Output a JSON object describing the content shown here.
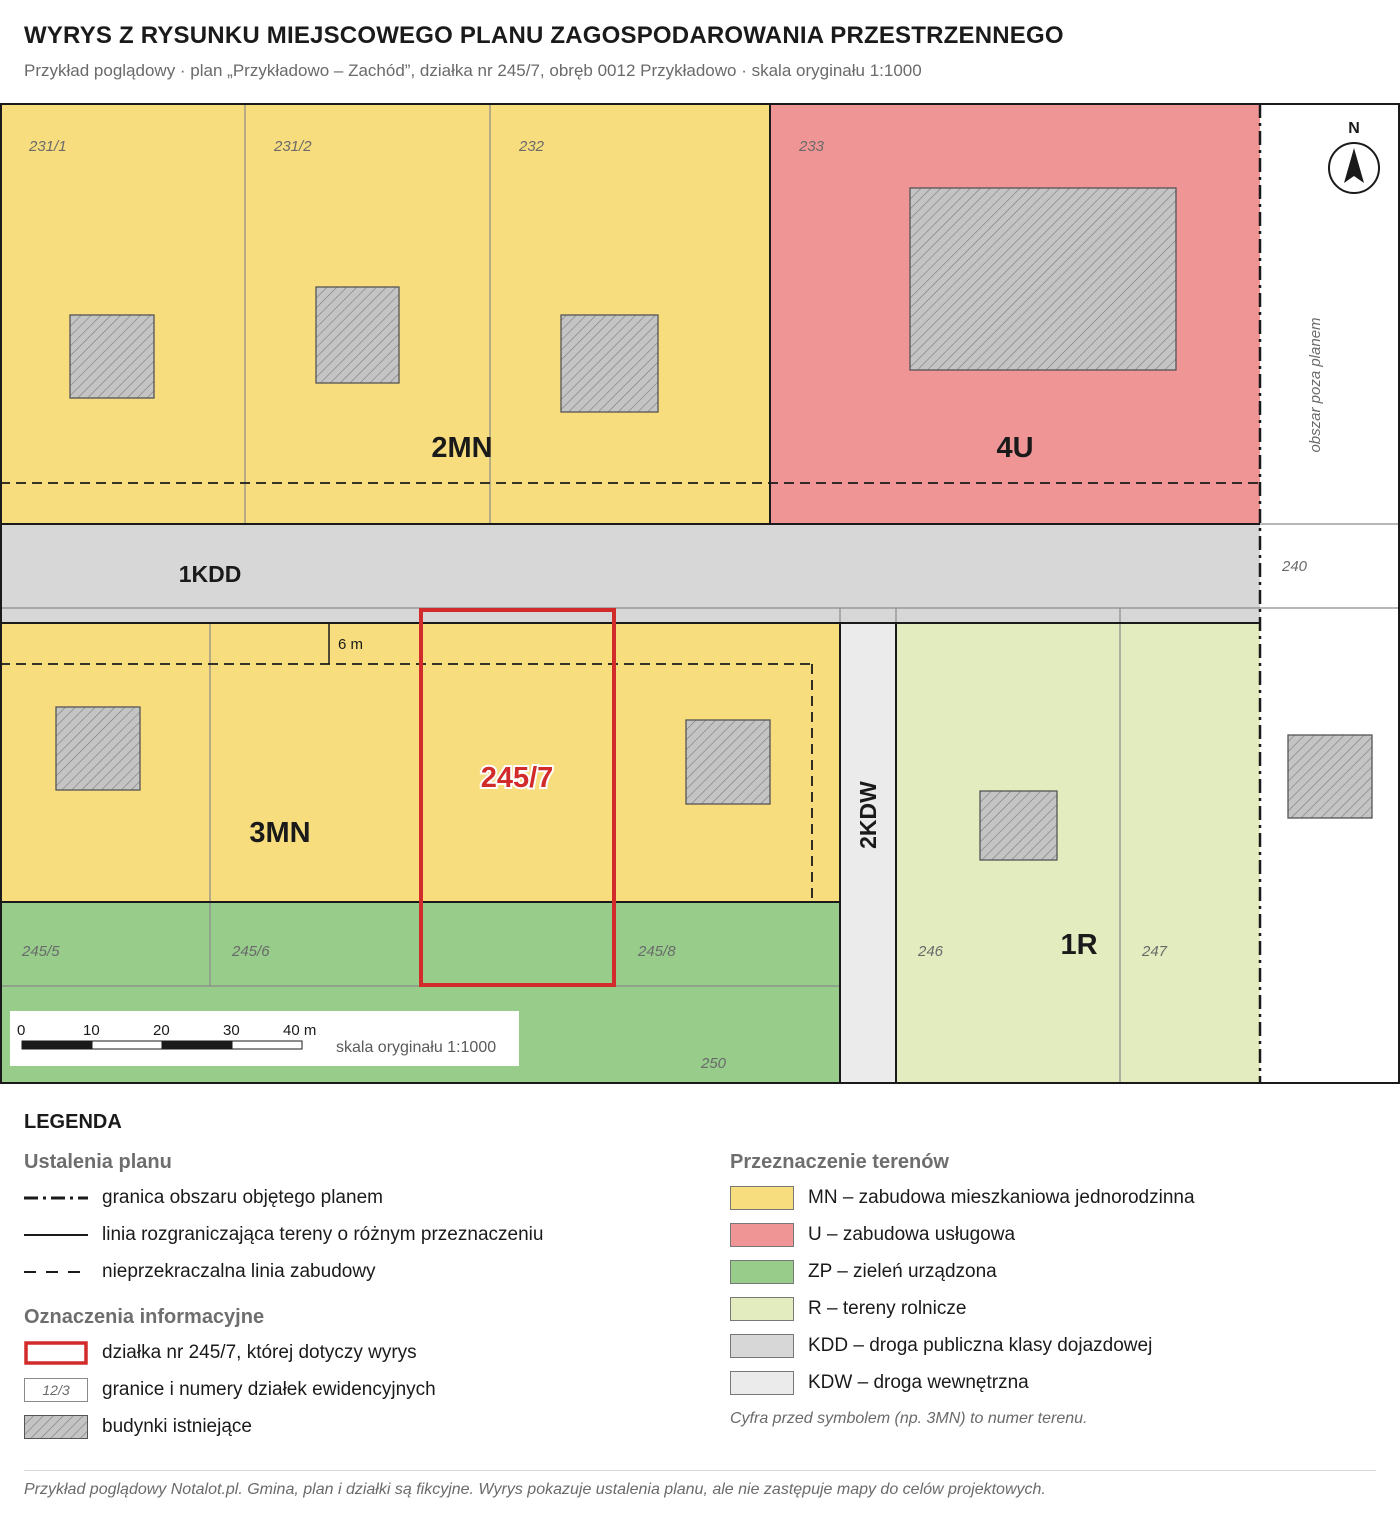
{
  "header": {
    "title": "WYRYS Z RYSUNKU MIEJSCOWEGO PLANU ZAGOSPODAROWANIA PRZESTRZENNEGO",
    "subtitle": "Przykład poglądowy · plan „Przykładowo – Zachód”, działka nr 245/7, obręb 0012 Przykładowo · skala oryginału 1:1000"
  },
  "colors": {
    "MN": "#f7dd7e",
    "U": "#f09596",
    "ZP": "#97cc8b",
    "R": "#e3ecbf",
    "KDD": "#d7d7d7",
    "KDW": "#ebebeb",
    "highlight": "#d12b2b",
    "building": "#c4c4c4"
  },
  "map": {
    "zones": {
      "z2MN": "2MN",
      "z4U": "4U",
      "z1KDD": "1KDD",
      "z3MN": "3MN",
      "z2KDW": "2KDW",
      "z1R": "1R"
    },
    "parcels": {
      "p231_1": "231/1",
      "p231_2": "231/2",
      "p232": "232",
      "p233": "233",
      "p240": "240",
      "p245_5": "245/5",
      "p245_6": "245/6",
      "p245_8": "245/8",
      "p246": "246",
      "p247": "247",
      "p250": "250"
    },
    "selected_parcel": "245/7",
    "outside_area_label": "obszar poza planem",
    "dimension_label": "6 m",
    "north_label": "N",
    "scale_bar": {
      "ticks": [
        "0",
        "10",
        "20",
        "30",
        "40 m"
      ],
      "caption": "skala oryginału 1:1000"
    }
  },
  "legend": {
    "title": "LEGENDA",
    "plan_heading": "Ustalenia planu",
    "plan_items": [
      "granica obszaru objętego planem",
      "linia rozgraniczająca tereny o różnym przeznaczeniu",
      "nieprzekraczalna linia zabudowy"
    ],
    "info_heading": "Oznaczenia informacyjne",
    "info_items": [
      "działka nr 245/7, której dotyczy wyrys",
      "granice i numery działek ewidencyjnych",
      "budynki istniejące"
    ],
    "parcel_sample": "12/3",
    "use_heading": "Przeznaczenie terenów",
    "use_items": [
      "MN – zabudowa mieszkaniowa jednorodzinna",
      "U – zabudowa usługowa",
      "ZP – zieleń urządzona",
      "R – tereny rolnicze",
      "KDD – droga publiczna klasy dojazdowej",
      "KDW – droga wewnętrzna"
    ],
    "note": "Cyfra przed symbolem (np. 3MN) to numer terenu."
  },
  "footer": "Przykład poglądowy Notalot.pl. Gmina, plan i działki są fikcyjne. Wyrys pokazuje ustalenia planu, ale nie zastępuje mapy do celów projektowych."
}
